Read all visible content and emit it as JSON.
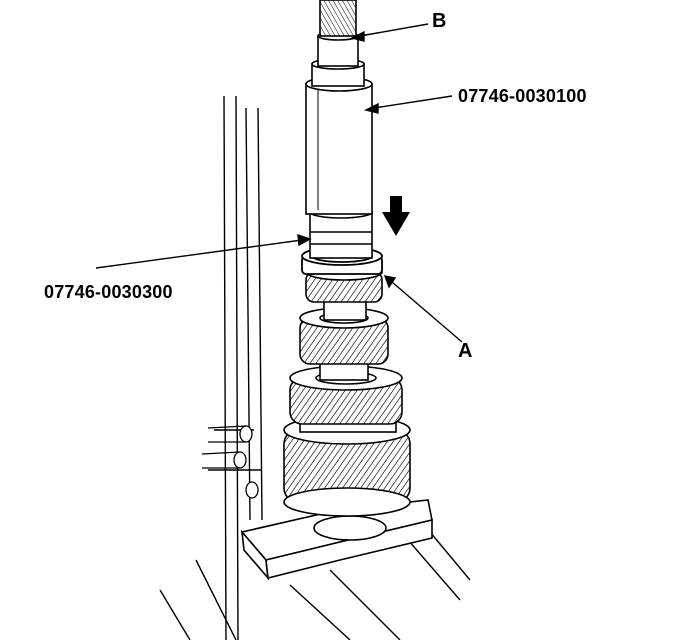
{
  "callouts": {
    "b": "B",
    "tool_upper": "07746-0030100",
    "tool_lower": "07746-0030300",
    "a": "A"
  },
  "colors": {
    "ink": "#000000",
    "paper": "#ffffff",
    "shade": "#d8d8d8"
  }
}
